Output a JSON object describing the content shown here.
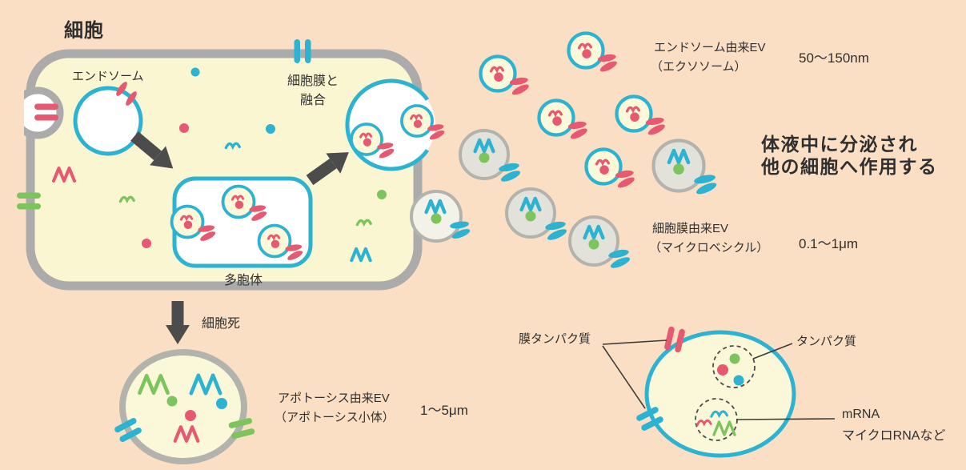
{
  "diagram_title": "細胞",
  "cell": {
    "endosome_label": "エンドソーム",
    "fusion_label_line1": "細胞膜と",
    "fusion_label_line2": "融合",
    "multivesicular_body_label": "多胞体",
    "cell_death_label": "細胞死"
  },
  "ev_types": {
    "exosome": {
      "name": "エンドソーム由来EV",
      "alias": "（エクソソーム）",
      "size_range": "50〜150nm"
    },
    "microvesicle": {
      "name": "細胞膜由来EV",
      "alias": "（マイクロベシクル）",
      "size_range": "0.1〜1μm"
    },
    "apoptotic_body": {
      "name": "アポトーシス由来EV",
      "alias": "（アポトーシス小体）",
      "size_range": "1〜5μm"
    }
  },
  "annotation": {
    "line1": "体液中に分泌され",
    "line2": "他の細胞へ作用する"
  },
  "ev_structure": {
    "membrane_protein_label": "膜タンパク質",
    "protein_label": "タンパク質",
    "rna_label_line1": "mRNA",
    "rna_label_line2": "マイクロRNAなど"
  },
  "colors": {
    "background": "#fbdfc4",
    "cell_fill": "#faf6d2",
    "membrane_gray": "#ababab",
    "teal": "#2cb3d2",
    "pink": "#e75971",
    "green": "#7cc45c",
    "microvesicle_fill": "#e3e2da",
    "microvesicle_border": "#b3b3ae",
    "arrow_gray": "#4c4c4c",
    "text": "#2f2f2f"
  }
}
